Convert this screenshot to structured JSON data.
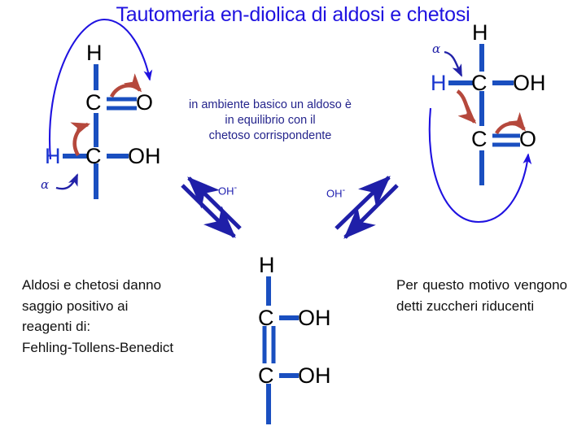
{
  "slide": {
    "title": "Tautomeria en-diolica di aldosi e chetosi",
    "background": "#ffffff",
    "title_color": "#1F12E0",
    "bond_color": "#1A4FC0",
    "curved_arrow_color": "#B5483C",
    "mechanism_arrow_color": "#1F12E0",
    "equilibrium_arrow_color": "#1F1FA8",
    "note_color": "#24248C",
    "body_text_color": "#111111"
  },
  "center_note": {
    "line1": "in ambiente basico un aldoso è",
    "line2": "in equilibrio con il",
    "line3": "chetoso corrispondente"
  },
  "left_note": {
    "line1": "Aldosi e chetosi danno",
    "line2": "saggio positivo ai",
    "line3": "reagenti di:",
    "line4": "Fehling-Tollens-Benedict"
  },
  "right_note": {
    "line1": "Per questo motivo vengono detti zuccheri riducenti"
  },
  "equilibrium_labels": {
    "left": "OH",
    "left_charge": "-",
    "right": "OH",
    "right_charge": "-"
  },
  "structures": {
    "aldose": {
      "name": "aldoso",
      "alpha_label": "α",
      "atoms": {
        "top_h": "H",
        "carbonyl_c": "C",
        "carbonyl_o": "O",
        "alpha_h": "H",
        "alpha_c": "C",
        "alpha_oh": "OH"
      }
    },
    "ketose": {
      "name": "chetoso",
      "alpha_label": "α",
      "atoms": {
        "top_h": "H",
        "alpha_h": "H",
        "alpha_c": "C",
        "alpha_oh": "OH",
        "carbonyl_c": "C",
        "carbonyl_o": "O"
      }
    },
    "enediol": {
      "name": "en-diolo",
      "atoms": {
        "top_h": "H",
        "c1": "C",
        "oh1": "OH",
        "c2": "C",
        "oh2": "OH"
      }
    }
  }
}
